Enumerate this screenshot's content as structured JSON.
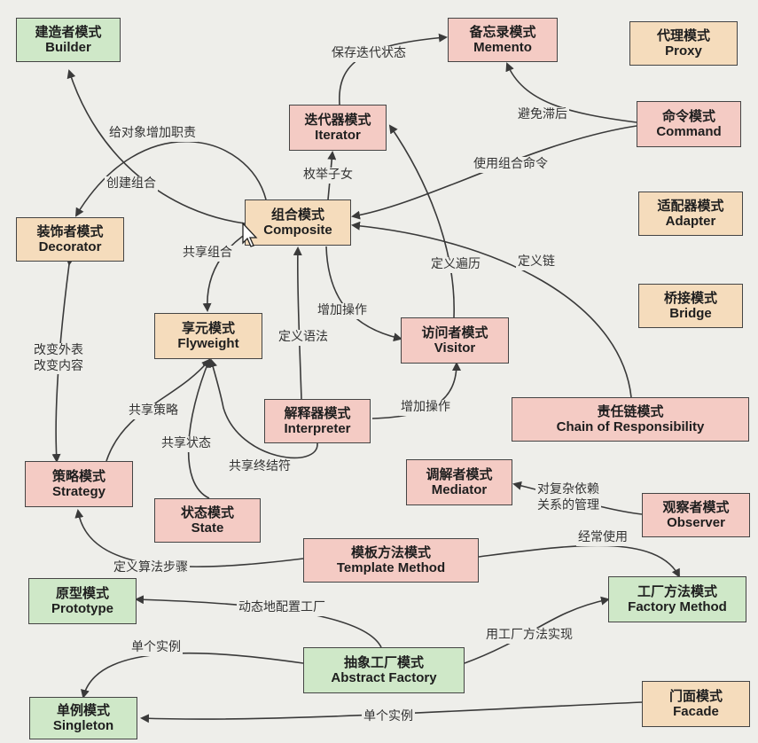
{
  "nodes": {
    "builder": {
      "cn": "建造者模式",
      "en": "Builder",
      "color": "green"
    },
    "memento": {
      "cn": "备忘录模式",
      "en": "Memento",
      "color": "pink"
    },
    "proxy": {
      "cn": "代理模式",
      "en": "Proxy",
      "color": "tan"
    },
    "iterator": {
      "cn": "迭代器模式",
      "en": "Iterator",
      "color": "pink"
    },
    "command": {
      "cn": "命令模式",
      "en": "Command",
      "color": "pink"
    },
    "decorator": {
      "cn": "装饰者模式",
      "en": "Decorator",
      "color": "tan"
    },
    "composite": {
      "cn": "组合模式",
      "en": "Composite",
      "color": "tan"
    },
    "adapter": {
      "cn": "适配器模式",
      "en": "Adapter",
      "color": "tan"
    },
    "bridge": {
      "cn": "桥接模式",
      "en": "Bridge",
      "color": "tan"
    },
    "flyweight": {
      "cn": "享元模式",
      "en": "Flyweight",
      "color": "tan"
    },
    "visitor": {
      "cn": "访问者模式",
      "en": "Visitor",
      "color": "pink"
    },
    "interpreter": {
      "cn": "解释器模式",
      "en": "Interpreter",
      "color": "pink"
    },
    "chain": {
      "cn": "责任链模式",
      "en": "Chain of Responsibility",
      "color": "pink"
    },
    "strategy": {
      "cn": "策略模式",
      "en": "Strategy",
      "color": "pink"
    },
    "mediator": {
      "cn": "调解者模式",
      "en": "Mediator",
      "color": "pink"
    },
    "observer": {
      "cn": "观察者模式",
      "en": "Observer",
      "color": "pink"
    },
    "state": {
      "cn": "状态模式",
      "en": "State",
      "color": "pink"
    },
    "template": {
      "cn": "模板方法模式",
      "en": "Template Method",
      "color": "pink"
    },
    "prototype": {
      "cn": "原型模式",
      "en": "Prototype",
      "color": "green"
    },
    "factorymethod": {
      "cn": "工厂方法模式",
      "en": "Factory Method",
      "color": "green"
    },
    "abstractfactory": {
      "cn": "抽象工厂模式",
      "en": "Abstract Factory",
      "color": "green"
    },
    "singleton": {
      "cn": "单例模式",
      "en": "Singleton",
      "color": "green"
    },
    "facade": {
      "cn": "门面模式",
      "en": "Facade",
      "color": "tan"
    }
  },
  "edges": [
    {
      "id": "e1",
      "from": "iterator",
      "to": "memento",
      "label": "保存迭代状态"
    },
    {
      "id": "e2",
      "from": "command",
      "to": "memento",
      "label": "避免滞后"
    },
    {
      "id": "e3",
      "from": "command",
      "to": "composite",
      "label": "使用组合命令"
    },
    {
      "id": "e4",
      "from": "composite",
      "to": "iterator",
      "label": "枚举子女"
    },
    {
      "id": "e5",
      "from": "composite",
      "to": "builder",
      "label": "创建组合"
    },
    {
      "id": "e6",
      "from": "composite",
      "to": "decorator",
      "label": "给对象增加职责"
    },
    {
      "id": "e7",
      "from": "composite",
      "to": "flyweight",
      "label": "共享组合"
    },
    {
      "id": "e8",
      "from": "composite",
      "to": "visitor",
      "label": "增加操作"
    },
    {
      "id": "e9",
      "from": "visitor",
      "to": "iterator",
      "label": "定义遍历"
    },
    {
      "id": "e10",
      "from": "chain",
      "to": "composite",
      "label": "定义链"
    },
    {
      "id": "e11",
      "from": "interpreter",
      "to": "composite",
      "label": "定义语法"
    },
    {
      "id": "e12",
      "from": "interpreter",
      "to": "visitor",
      "label": "增加操作"
    },
    {
      "id": "e13",
      "from": "interpreter",
      "to": "flyweight",
      "label": "共享终结符"
    },
    {
      "id": "e14",
      "from": "state",
      "to": "flyweight",
      "label": "共享状态"
    },
    {
      "id": "e15",
      "from": "strategy",
      "to": "flyweight",
      "label": "共享策略"
    },
    {
      "id": "e16",
      "from": "decorator",
      "to": "strategy",
      "label": "改变外表\n改变内容"
    },
    {
      "id": "e17",
      "from": "template",
      "to": "strategy",
      "label": "定义算法步骤"
    },
    {
      "id": "e18",
      "from": "observer",
      "to": "mediator",
      "label": "对复杂依赖\n关系的管理"
    },
    {
      "id": "e19",
      "from": "template",
      "to": "factorymethod",
      "label": "经常使用"
    },
    {
      "id": "e20",
      "from": "abstractfactory",
      "to": "prototype",
      "label": "动态地配置工厂"
    },
    {
      "id": "e21",
      "from": "abstractfactory",
      "to": "factorymethod",
      "label": "用工厂方法实现"
    },
    {
      "id": "e22",
      "from": "abstractfactory",
      "to": "singleton",
      "label": "单个实例"
    },
    {
      "id": "e23",
      "from": "facade",
      "to": "singleton",
      "label": "单个实例"
    }
  ],
  "colors": {
    "green": "#cfe8c8",
    "pink": "#f4cbc4",
    "tan": "#f5dcbc"
  }
}
